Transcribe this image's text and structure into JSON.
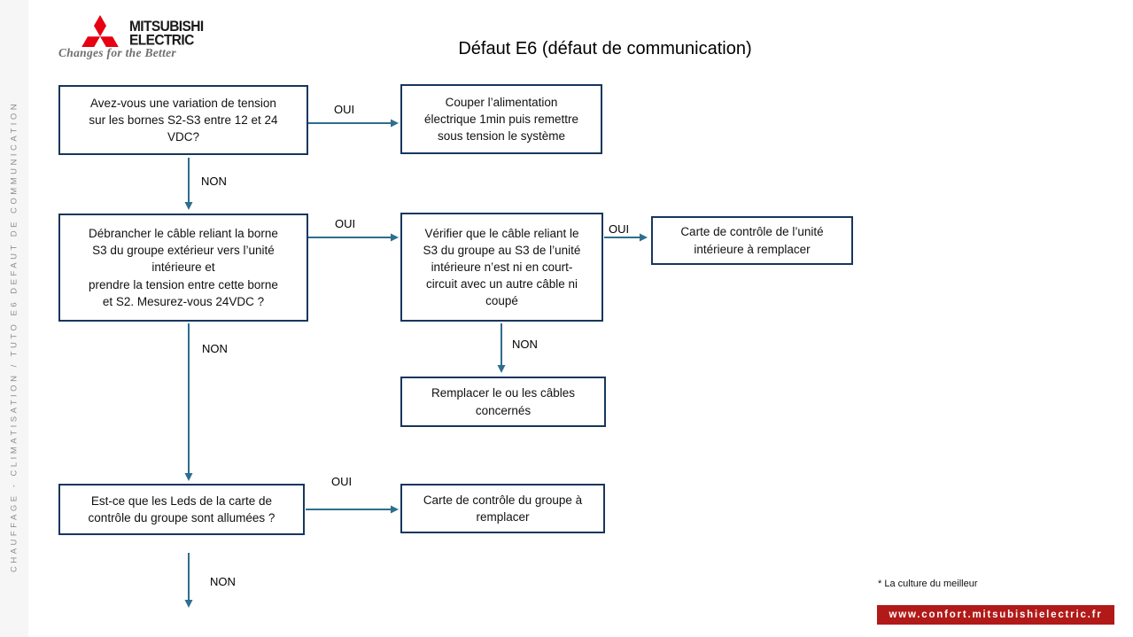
{
  "brand": {
    "name_line1": "MITSUBISHI",
    "name_line2": "ELECTRIC",
    "tagline": "Changes for the Better",
    "logo_red": "#E60012"
  },
  "page": {
    "title": "Défaut E6 (défaut de communication)",
    "sidebar_text": "CHAUFFAGE - CLIMATISATION / TUTO E6 DEFAUT DE COMMUNICATION",
    "footnote": "* La culture du meilleur",
    "website_banner": "www.confort.mitsubishielectric.fr"
  },
  "colors": {
    "box_border": "#17365D",
    "arrow": "#2E6E8E",
    "banner_red": "#B11A18"
  },
  "flowchart": {
    "boxes": [
      {
        "id": "q-variation-tension",
        "text": "Avez-vous une variation de tension\nsur les bornes S2-S3 entre 12 et 24\nVDC?"
      },
      {
        "id": "action-couper-alimentation",
        "text": "Couper l’alimentation\nélectrique 1min puis remettre\nsous tension le système"
      },
      {
        "id": "q-debrancher-cable",
        "text": "Débrancher le câble reliant la borne\nS3 du groupe extérieur vers l’unité\nintérieure et\nprendre la tension entre cette borne\net S2. Mesurez-vous 24VDC ?"
      },
      {
        "id": "q-verifier-cable",
        "text": "Vérifier que le câble reliant le\nS3 du groupe au S3 de l’unité\nintérieure n’est ni en court-\ncircuit avec un autre câble ni\ncoupé"
      },
      {
        "id": "action-carte-unite-interieure",
        "text": "Carte de contrôle de l’unité\nintérieure à remplacer"
      },
      {
        "id": "action-remplacer-cables",
        "text": "Remplacer le ou les câbles\nconcernés"
      },
      {
        "id": "q-leds-carte-groupe",
        "text": "Est-ce que les Leds de la carte de\ncontrôle du groupe sont allumées ?"
      },
      {
        "id": "action-carte-groupe",
        "text": "Carte de contrôle du groupe à\nremplacer"
      }
    ],
    "edge_labels": [
      {
        "id": "oui-1",
        "text": "OUI"
      },
      {
        "id": "non-1",
        "text": "NON"
      },
      {
        "id": "oui-2",
        "text": "OUI"
      },
      {
        "id": "oui-3",
        "text": "OUI"
      },
      {
        "id": "non-2",
        "text": "NON"
      },
      {
        "id": "non-3",
        "text": "NON"
      },
      {
        "id": "oui-4",
        "text": "OUI"
      },
      {
        "id": "non-4",
        "text": "NON"
      }
    ]
  }
}
